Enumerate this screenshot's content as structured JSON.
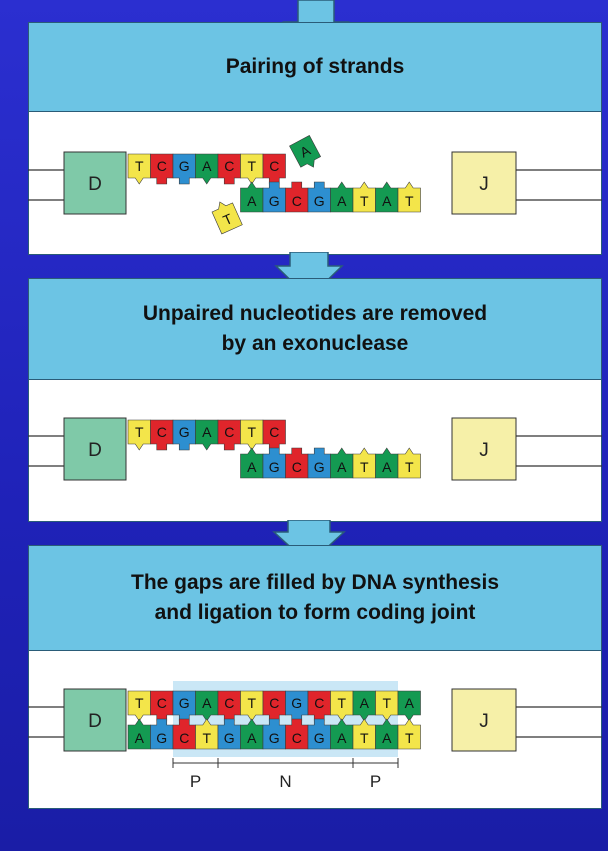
{
  "colors": {
    "background": "#2327c4",
    "header_fill": "#6cc4e4",
    "panel_fill": "#ffffff",
    "segment_D": "#7fc9a8",
    "segment_J": "#f6f0a8",
    "base_T": "#f3e54a",
    "base_C": "#e0252b",
    "base_G": "#2d8fd0",
    "base_A": "#149a52",
    "highlight": "#9fd3ee"
  },
  "steps": [
    {
      "title": "Pairing of strands",
      "segment_left": "D",
      "segment_right": "J",
      "top_strand": [
        "T",
        "C",
        "G",
        "A",
        "C",
        "T",
        "C"
      ],
      "top_overhang": "A",
      "bottom_overhang": "T",
      "bottom_strand": [
        "A",
        "G",
        "C",
        "G",
        "A",
        "T",
        "A",
        "T"
      ]
    },
    {
      "title": "Unpaired nucleotides are removed by an exonuclease",
      "title_lines": [
        "Unpaired nucleotides are removed",
        "by an exonuclease"
      ],
      "segment_left": "D",
      "segment_right": "J",
      "top_strand": [
        "T",
        "C",
        "G",
        "A",
        "C",
        "T",
        "C"
      ],
      "bottom_strand": [
        "A",
        "G",
        "C",
        "G",
        "A",
        "T",
        "A",
        "T"
      ]
    },
    {
      "title": "The gaps are filled by DNA synthesis and ligation to form coding joint",
      "title_lines": [
        "The gaps are filled by DNA synthesis",
        "and ligation to form coding joint"
      ],
      "segment_left": "D",
      "segment_right": "J",
      "top_strand": [
        "T",
        "C",
        "G",
        "A",
        "C",
        "T",
        "C",
        "G",
        "C",
        "T",
        "A",
        "T",
        "A"
      ],
      "bottom_strand": [
        "A",
        "G",
        "C",
        "T",
        "G",
        "A",
        "G",
        "C",
        "G",
        "A",
        "T",
        "A",
        "T"
      ],
      "region_labels": [
        "P",
        "N",
        "P"
      ]
    }
  ]
}
